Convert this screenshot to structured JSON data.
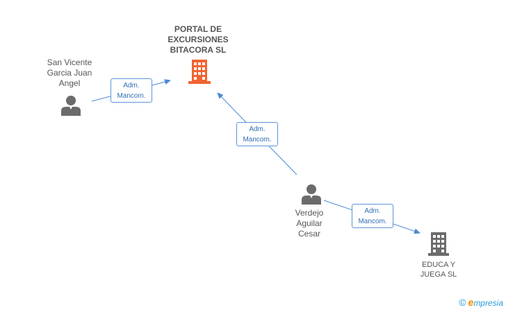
{
  "nodes": {
    "portal": {
      "name": [
        "PORTAL DE",
        "EXCURSIONES",
        "BITACORA SL"
      ],
      "icon": "building-icon",
      "color": "#f26430"
    },
    "educa": {
      "name": [
        "EDUCA Y",
        "JUEGA SL"
      ],
      "icon": "building-icon",
      "color": "#6b6b6b"
    },
    "sanvicente": {
      "name": [
        "San Vicente",
        "Garcia Juan",
        "Angel"
      ],
      "icon": "person-icon",
      "color": "#6b6b6b"
    },
    "verdejo": {
      "name": [
        "Verdejo",
        "Aguilar",
        "Cesar"
      ],
      "icon": "person-icon",
      "color": "#6b6b6b"
    }
  },
  "edges": [
    {
      "from": "sanvicente",
      "to": "portal",
      "label": [
        "Adm.",
        "Mancom."
      ]
    },
    {
      "from": "verdejo",
      "to": "portal",
      "label": [
        "Adm.",
        "Mancom."
      ]
    },
    {
      "from": "verdejo",
      "to": "educa",
      "label": [
        "Adm.",
        "Mancom."
      ]
    }
  ],
  "edge_color": "#4a8ad4",
  "brand": {
    "copyright": "©",
    "initial": "e",
    "rest": "mpresia"
  }
}
